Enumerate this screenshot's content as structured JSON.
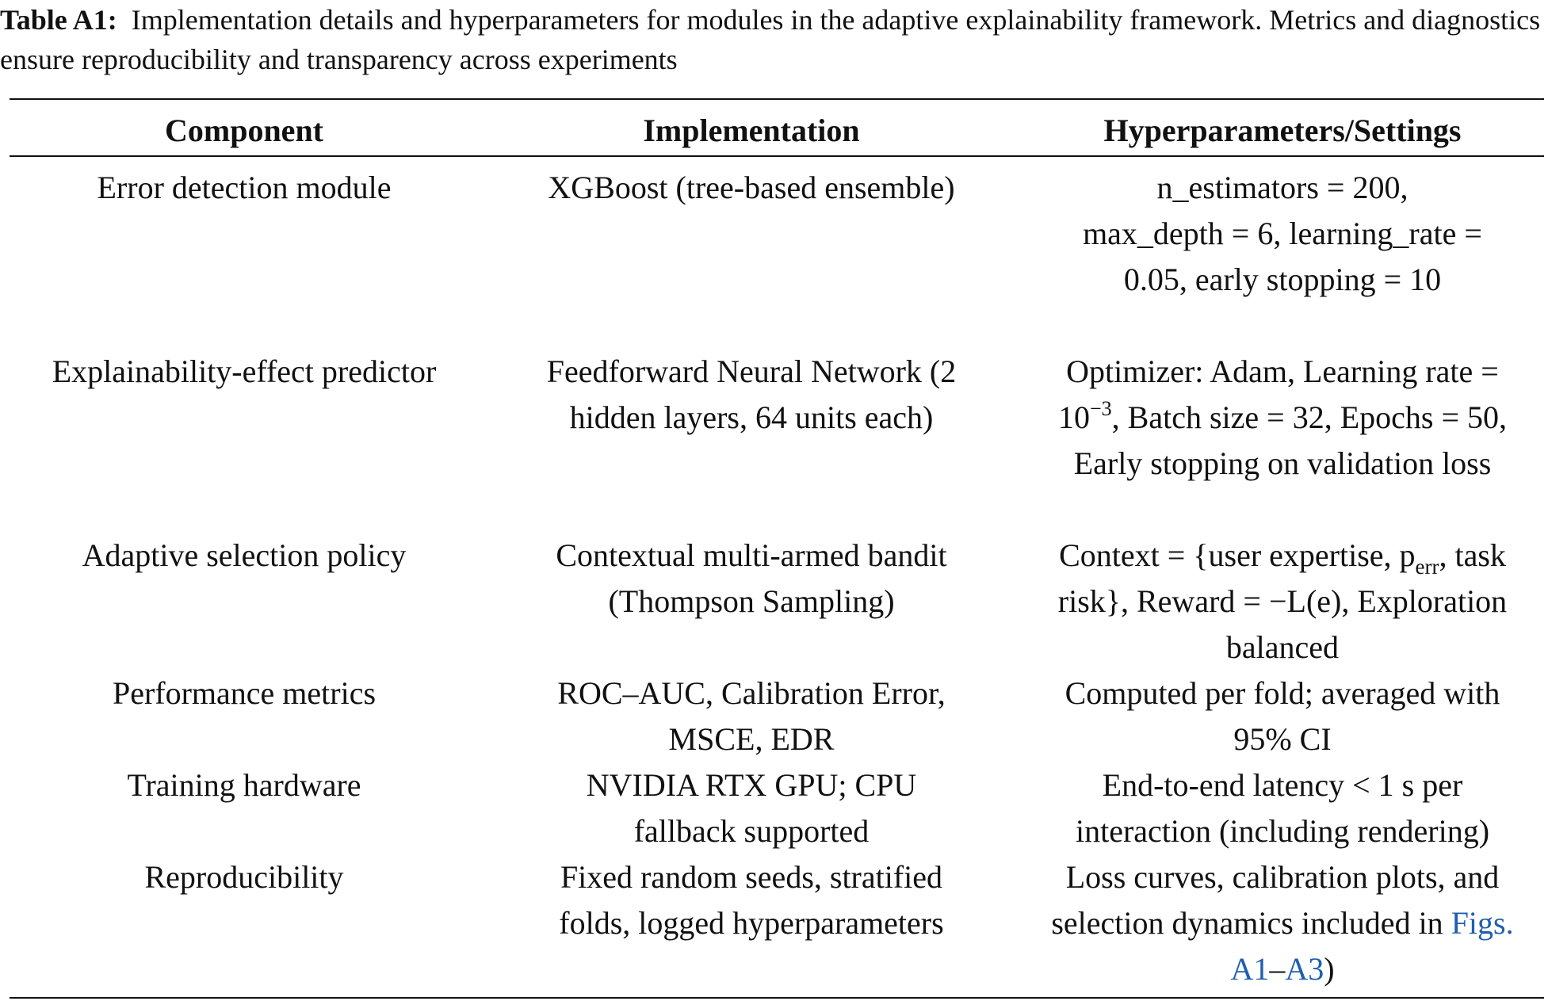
{
  "caption": {
    "label": "Table A1:",
    "text": "Implementation details and hyperparameters for modules in the adaptive explainability framework. Metrics and diagnostics ensure reproducibility and transparency across experiments"
  },
  "table": {
    "headers": [
      "Component",
      "Implementation",
      "Hyperparameters/Settings"
    ],
    "rows": [
      {
        "component": "Error detection module",
        "implementation": "XGBoost (tree-based ensemble)",
        "settings": "n_estimators = 200, max_depth = 6, learning_rate = 0.05, early stopping = 10"
      },
      {
        "component": "Explainability-effect predictor",
        "implementation": "Feedforward Neural Network (2 hidden layers, 64 units each)",
        "settings_pre": "Optimizer: Adam, Learning rate = 10",
        "settings_sup": "−3",
        "settings_post": ", Batch size = 32, Epochs = 50, Early stopping on validation loss"
      },
      {
        "component": "Adaptive selection policy",
        "implementation": "Contextual multi-armed bandit (Thompson Sampling)",
        "settings_pre": "Context = {user expertise, p",
        "settings_sub": "err",
        "settings_post": ", task risk}, Reward = −L(e), Exploration balanced"
      },
      {
        "component": "Performance metrics",
        "implementation": "ROC–AUC, Calibration Error, MSCE, EDR",
        "settings": "Computed per fold; averaged with 95% CI"
      },
      {
        "component": "Training hardware",
        "implementation": "NVIDIA RTX GPU; CPU fallback supported",
        "settings": "End-to-end latency < 1 s per interaction (including rendering)"
      },
      {
        "component": "Reproducibility",
        "implementation": "Fixed random seeds, stratified folds, logged hyperparameters",
        "settings_pre": "Loss curves, calibration plots, and selection dynamics included in ",
        "settings_link1": "Figs. A1",
        "settings_dash": "–",
        "settings_link2": "A3",
        "settings_post": ")"
      }
    ]
  }
}
